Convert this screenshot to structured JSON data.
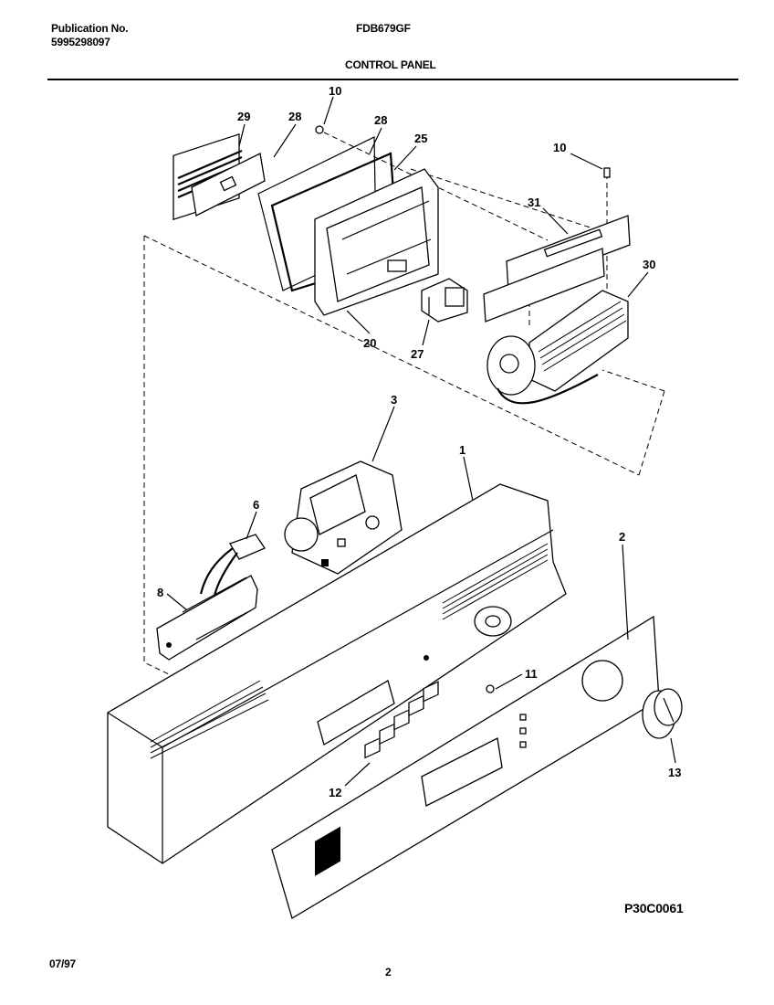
{
  "header": {
    "publication_label": "Publication No.",
    "publication_number": "5995298097",
    "model": "FDB679GF",
    "section_title": "CONTROL PANEL"
  },
  "callouts": [
    "29",
    "28",
    "10",
    "28",
    "25",
    "10",
    "31",
    "30",
    "20",
    "27",
    "3",
    "1",
    "6",
    "2",
    "8",
    "11",
    "13",
    "12"
  ],
  "diagram_code": "P30C0061",
  "footer": {
    "date": "07/97",
    "page_number": "2"
  }
}
